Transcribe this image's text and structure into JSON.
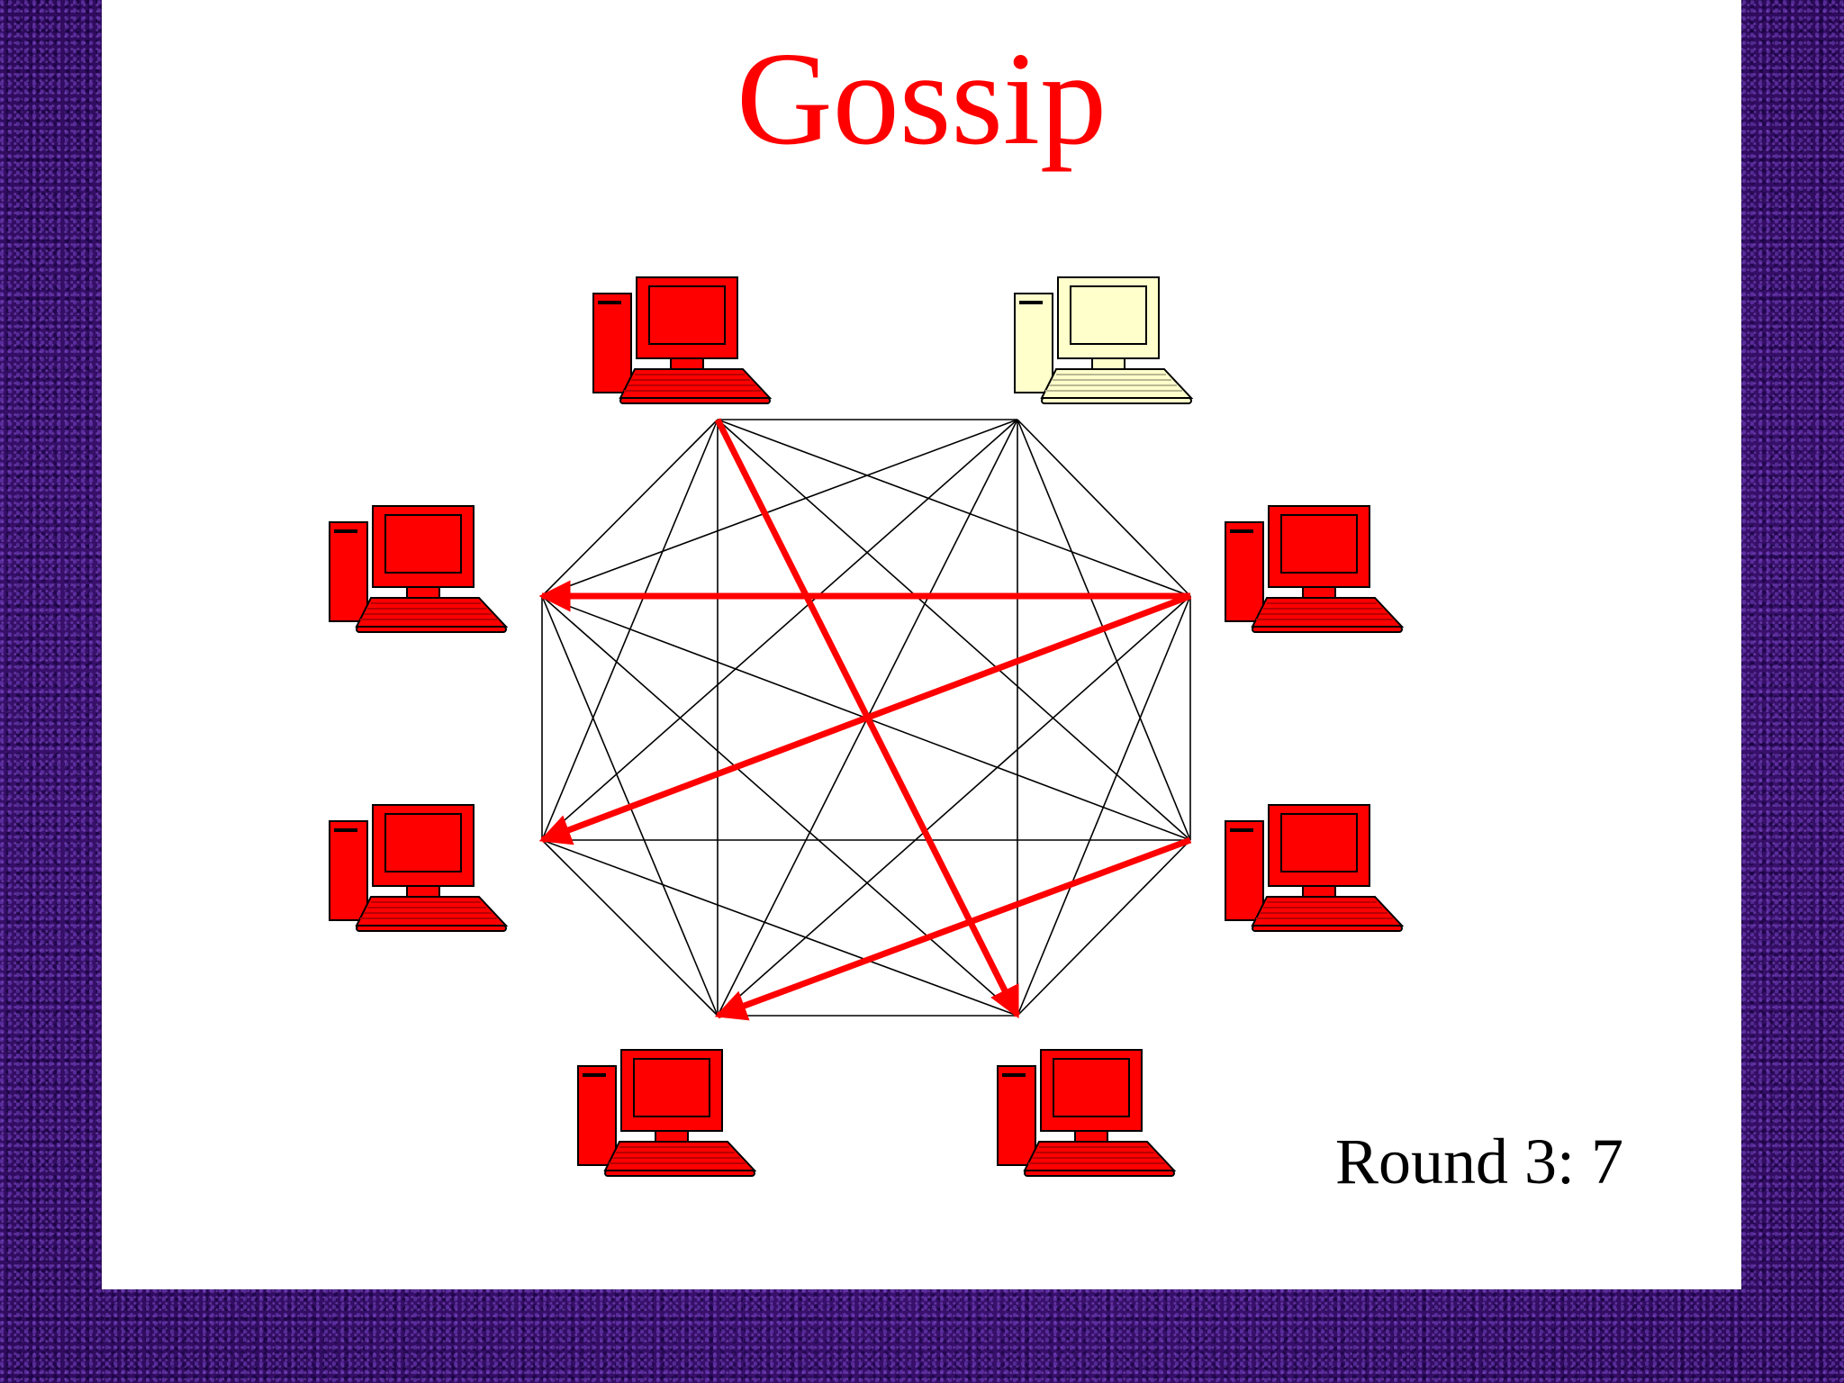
{
  "slide": {
    "title": "Gossip",
    "caption": "Round 3: 7"
  },
  "colors": {
    "informed": "#ff0000",
    "uninformed": "#ffffcc",
    "edge": "#000000",
    "message_arrow": "#ff0000"
  },
  "network": {
    "nodes": [
      {
        "id": "node-top-left",
        "state": "informed"
      },
      {
        "id": "node-top-right",
        "state": "uninformed"
      },
      {
        "id": "node-right-upper",
        "state": "informed"
      },
      {
        "id": "node-right-lower",
        "state": "informed"
      },
      {
        "id": "node-bottom-right",
        "state": "informed"
      },
      {
        "id": "node-bottom-left",
        "state": "informed"
      },
      {
        "id": "node-left-lower",
        "state": "informed"
      },
      {
        "id": "node-left-upper",
        "state": "informed"
      }
    ],
    "edges": "complete-graph",
    "messages": [
      {
        "from": "node-top-left",
        "to": "node-bottom-right"
      },
      {
        "from": "node-right-upper",
        "to": "node-left-upper"
      },
      {
        "from": "node-right-upper",
        "to": "node-left-lower"
      },
      {
        "from": "node-right-lower",
        "to": "node-bottom-left"
      }
    ]
  }
}
